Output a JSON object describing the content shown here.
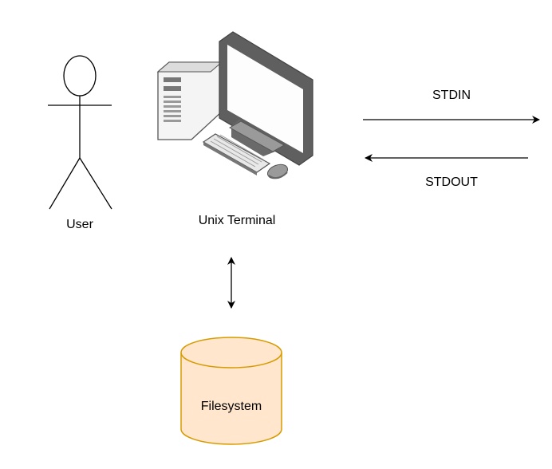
{
  "nodes": {
    "user": {
      "label": "User",
      "icon": "stick-figure-icon"
    },
    "terminal": {
      "label": "Unix Terminal",
      "icon": "desktop-computer-icon"
    },
    "filesystem": {
      "label": "Filesystem",
      "icon": "database-cylinder-icon"
    }
  },
  "edges": {
    "stdin": {
      "label": "STDIN",
      "direction": "right"
    },
    "stdout": {
      "label": "STDOUT",
      "direction": "left"
    },
    "terminal_filesystem": {
      "label": "",
      "direction": "bidirectional"
    }
  },
  "colors": {
    "line": "#000000",
    "cylinder_fill": "#FFE6CC",
    "cylinder_stroke": "#D79B00",
    "computer_dark": "#666666",
    "computer_light": "#F5F5F5",
    "computer_mid": "#999999"
  }
}
